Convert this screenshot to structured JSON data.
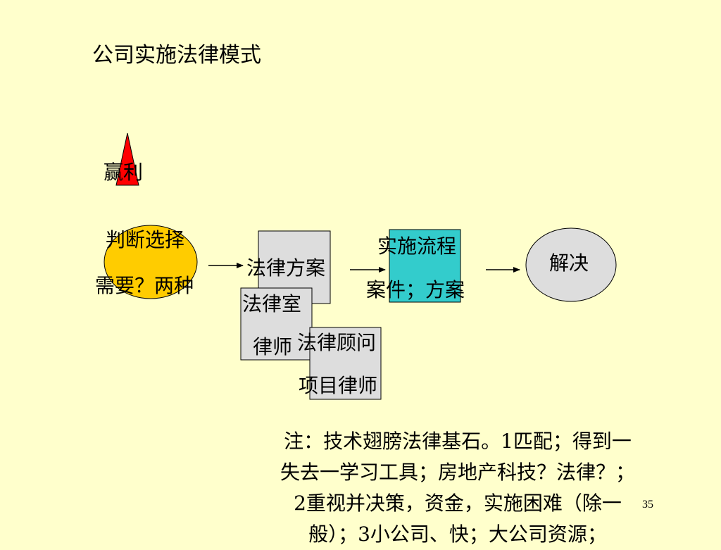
{
  "slide": {
    "title": "公司实施法律模式",
    "page_number": "35"
  },
  "diagram": {
    "triangle_label": "赢利",
    "ellipse_label_1": "判断选择",
    "ellipse_label_2": "需要？两种",
    "box_plan": "法律方案",
    "box_room_1": "法律室",
    "box_room_2": "律师",
    "box_advisor_1": "法律顾问",
    "box_advisor_2": "项目律师",
    "box_process_1": "实施流程",
    "box_process_2": "案件；方案",
    "circle_resolve": "解决",
    "colors": {
      "background": "#FFFFCC",
      "triangle": "#FF0000",
      "ellipse_fill": "#FFCC00",
      "box_gray": "#DDDDDD",
      "box_teal": "#33CCCC",
      "circle_fill": "#DDDDDD"
    }
  },
  "note": {
    "line1": "注：技术翅膀法律基石。1匹配；得到一",
    "line2": "失去一学习工具；房地产科技？法律？；",
    "line3": "2重视并决策，资金，实施困难（除一",
    "line4": "般）；3小公司、快；大公司资源；"
  }
}
